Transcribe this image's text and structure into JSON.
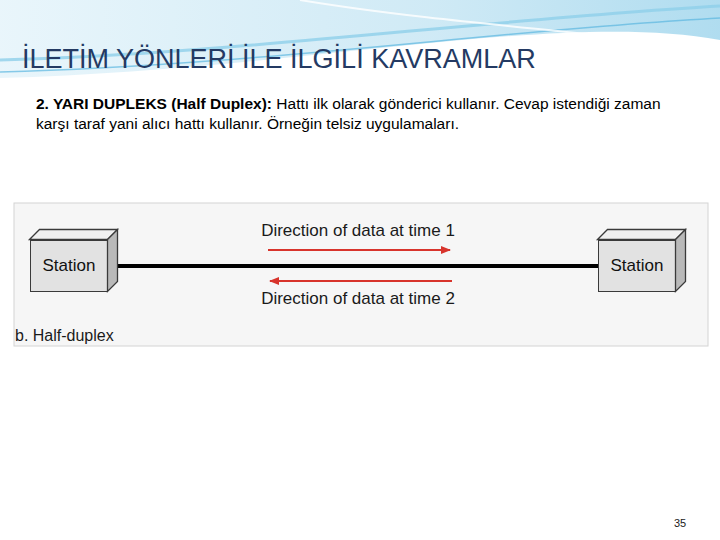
{
  "diagram": {
    "title": "İLETİM YÖNLERİ İLE İLGİLİ KAVRAMLAR",
    "nodes": [
      {
        "text": [
          "Station"
        ]
      },
      {
        "text": [
          "Station"
        ]
      }
    ],
    "edges": [
      {
        "from": 0,
        "to": 1,
        "arrow": "none"
      }
    ],
    "labels": [
      "2. YARI DUPLEKS (Half Duplex):",
      "Hattı ilk olarak gönderici kullanır. Cevap istendiği zaman karşı taraf yani alıcı hattı kullanır. Örneğin telsiz uygulamaları.",
      "Direction of data at time 1",
      "Direction of data at time 2",
      "b. Half-duplex",
      "35"
    ]
  }
}
